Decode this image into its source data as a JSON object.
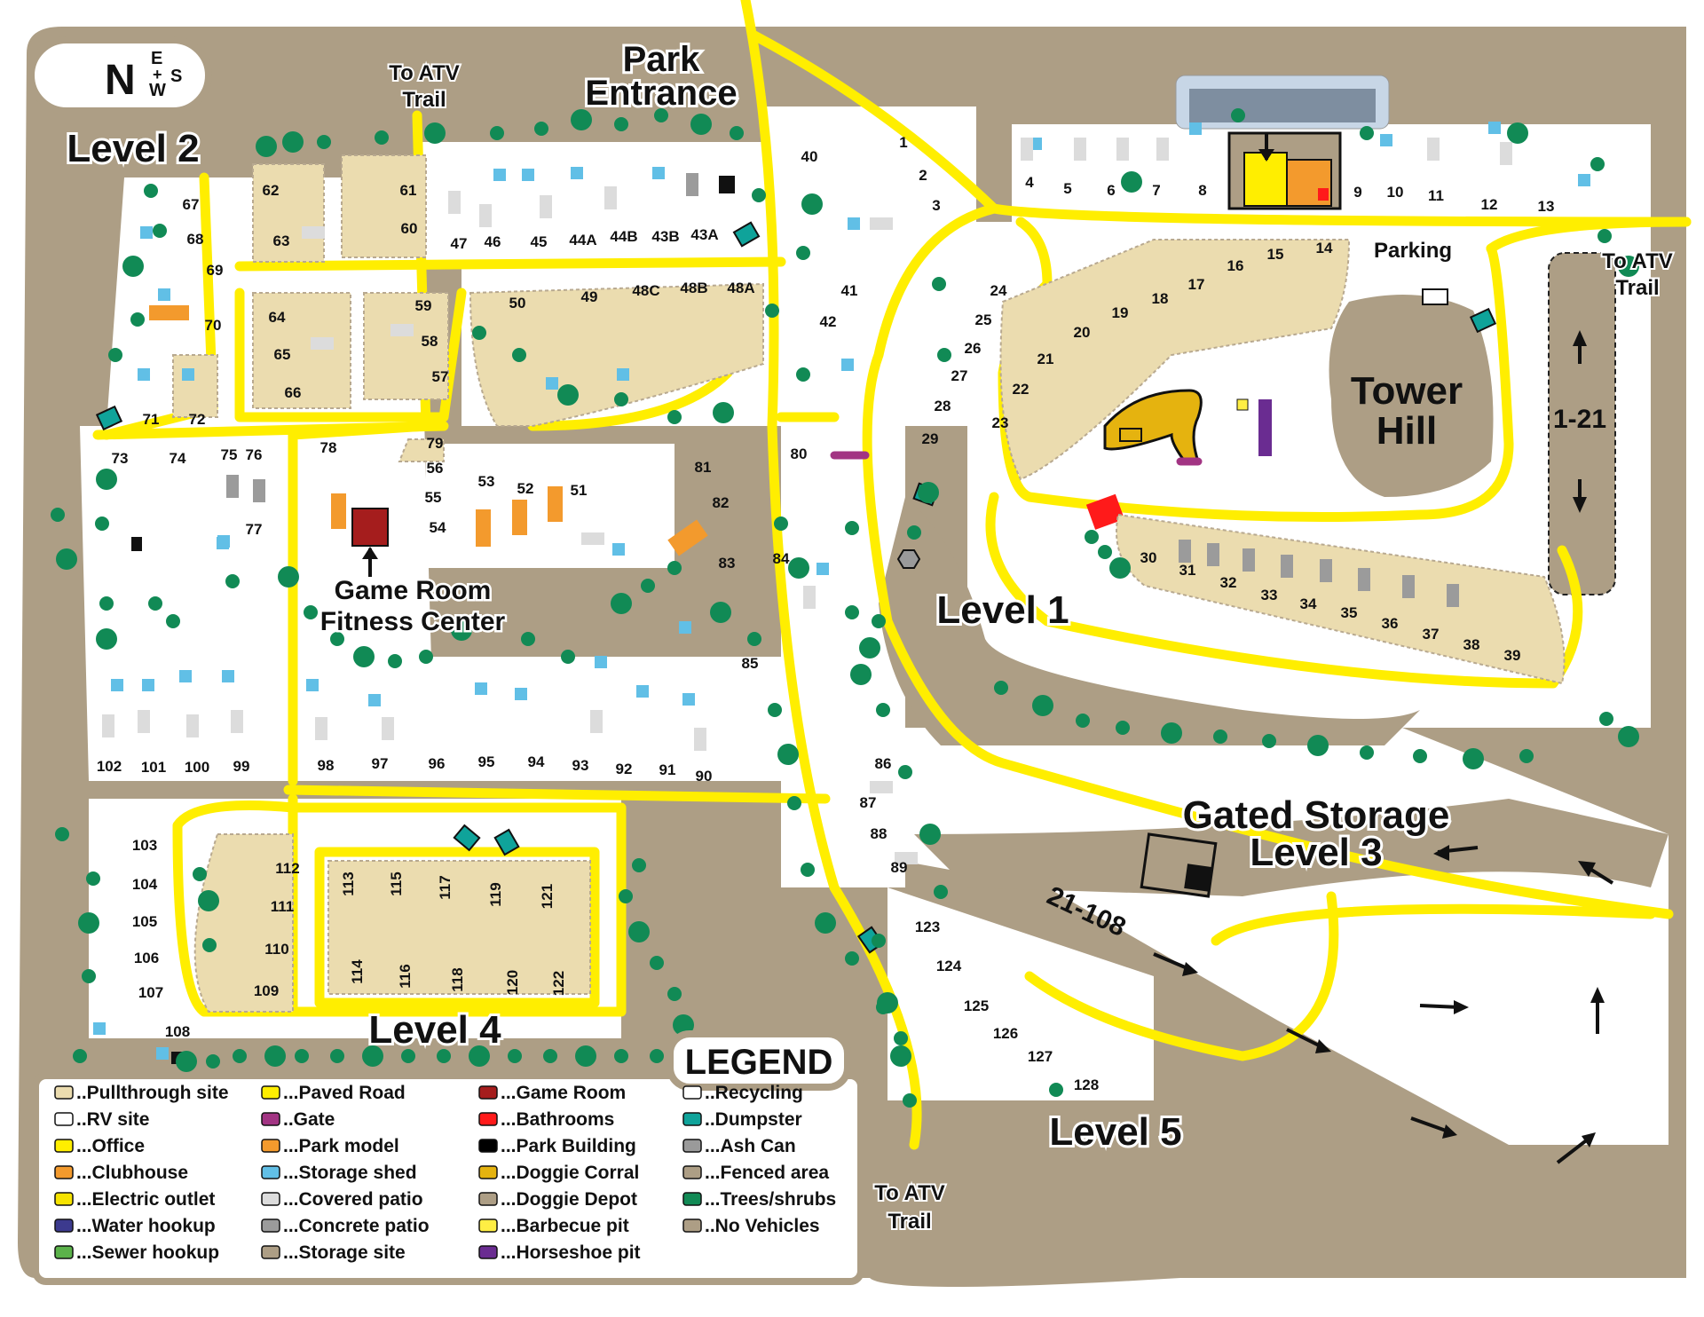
{
  "compass": {
    "n": "N",
    "e": "E",
    "w": "W",
    "s": "S",
    "plus": "+"
  },
  "labels": {
    "park_entrance_line1": "Park",
    "park_entrance_line2": "Entrance",
    "to_atv_1_line1": "To ATV",
    "to_atv_1_line2": "Trail",
    "to_atv_2_line1": "To ATV",
    "to_atv_2_line2": "Trail",
    "to_atv_3_line1": "To ATV",
    "to_atv_3_line2": "Trail",
    "level1": "Level 1",
    "level2": "Level 2",
    "level4": "Level 4",
    "level5": "Level 5",
    "gated_storage_line1": "Gated Storage",
    "gated_storage_line2": "Level 3",
    "tower_line1": "Tower",
    "tower_line2": "Hill",
    "parking": "Parking",
    "storage_range": "1-21",
    "road_range": "21-108",
    "game_room_line1": "Game Room",
    "game_room_line2": "Fitness Center"
  },
  "sites": [
    "1",
    "2",
    "3",
    "4",
    "5",
    "6",
    "7",
    "8",
    "9",
    "10",
    "11",
    "12",
    "13",
    "14",
    "15",
    "16",
    "17",
    "18",
    "19",
    "20",
    "21",
    "22",
    "23",
    "24",
    "25",
    "26",
    "27",
    "28",
    "29",
    "30",
    "31",
    "32",
    "33",
    "34",
    "35",
    "36",
    "37",
    "38",
    "39",
    "40",
    "41",
    "42",
    "43A",
    "43B",
    "44B",
    "44A",
    "45",
    "46",
    "47",
    "48A",
    "48B",
    "48C",
    "49",
    "50",
    "51",
    "52",
    "53",
    "54",
    "55",
    "56",
    "57",
    "58",
    "59",
    "60",
    "61",
    "62",
    "63",
    "64",
    "65",
    "66",
    "67",
    "68",
    "69",
    "70",
    "71",
    "72",
    "73",
    "74",
    "75",
    "76",
    "77",
    "78",
    "79",
    "80",
    "81",
    "82",
    "83",
    "84",
    "85",
    "86",
    "87",
    "88",
    "89",
    "90",
    "91",
    "92",
    "93",
    "94",
    "95",
    "96",
    "97",
    "98",
    "99",
    "100",
    "101",
    "102",
    "103",
    "104",
    "105",
    "106",
    "107",
    "108",
    "109",
    "110",
    "111",
    "112",
    "113",
    "114",
    "115",
    "116",
    "117",
    "118",
    "119",
    "120",
    "121",
    "122",
    "123",
    "124",
    "125",
    "126",
    "127",
    "128"
  ],
  "legend": {
    "title": "LEGEND",
    "items": [
      {
        "label": "..Pullthrough site",
        "color": "#ebdcaf"
      },
      {
        "label": "..RV site",
        "color": "#ffffff"
      },
      {
        "label": "...Office",
        "color": "#ffee00"
      },
      {
        "label": "...Clubhouse",
        "color": "#f39a2d"
      },
      {
        "label": "...Electric outlet",
        "color": "#f6e300"
      },
      {
        "label": "...Water hookup",
        "color": "#3c3a8e"
      },
      {
        "label": "...Sewer hookup",
        "color": "#5bb24a"
      },
      {
        "label": "...Paved Road",
        "color": "#ffee00"
      },
      {
        "label": "..Gate",
        "color": "#a23483"
      },
      {
        "label": "...Park model",
        "color": "#f39a2d"
      },
      {
        "label": "...Storage shed",
        "color": "#61bfe6"
      },
      {
        "label": "...Covered patio",
        "color": "#dcdcdc"
      },
      {
        "label": "...Concrete patio",
        "color": "#9b9b9b"
      },
      {
        "label": "...Storage site",
        "color": "#ad9e85"
      },
      {
        "label": "...Game Room",
        "color": "#a51d1d"
      },
      {
        "label": "...Bathrooms",
        "color": "#ff1a1a"
      },
      {
        "label": "...Park Building",
        "color": "#000000"
      },
      {
        "label": "...Doggie Corral",
        "color": "#e5b30f"
      },
      {
        "label": "...Doggie Depot",
        "color": "#ad9e85"
      },
      {
        "label": "...Barbecue pit",
        "color": "#ffee44"
      },
      {
        "label": "...Horseshoe pit",
        "color": "#6a2c91"
      },
      {
        "label": "..Recycling",
        "color": "#ffffff"
      },
      {
        "label": "..Dumpster",
        "color": "#0fa39a"
      },
      {
        "label": "...Ash Can",
        "color": "#9a9a9a"
      },
      {
        "label": "...Fenced area",
        "color": "#ad9e85"
      },
      {
        "label": "...Trees/shrubs",
        "color": "#118a55"
      },
      {
        "label": "..No Vehicles",
        "color": "#ad9e85"
      }
    ]
  },
  "colors": {
    "ground": "#ad9e85",
    "road": "#ffee00",
    "pullthrough": "#ebdcaf",
    "tree": "#118a55",
    "shed": "#61bfe6",
    "park_model": "#f39a2d",
    "dumpster": "#0fa39a"
  }
}
